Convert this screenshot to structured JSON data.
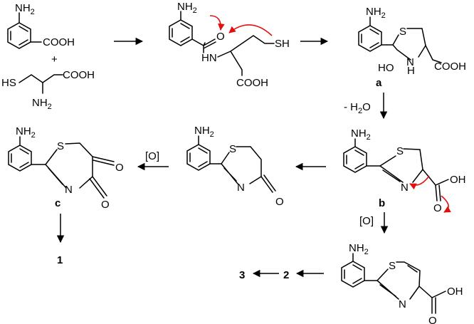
{
  "scheme": {
    "plus_sign": "+",
    "atoms": {
      "NH": "NH",
      "NH2_n": "2",
      "COOH": "COOH",
      "SH": "SH",
      "HS": "HS",
      "HN": "HN",
      "O": "O",
      "S": "S",
      "N": "N",
      "H": "H",
      "HO": "HO",
      "OH": "OH"
    },
    "labels": {
      "a": "a",
      "b": "b",
      "c": "c",
      "p1": "1",
      "p2": "2",
      "p3": "3"
    },
    "conditions": {
      "dehydration_prefix": "- H",
      "dehydration_sub": "2",
      "dehydration_suffix": "O",
      "oxidation_1": "[O]",
      "oxidation_2": "[O]"
    },
    "colors": {
      "bond": "#000000",
      "mechanism_arrow": "#e01010"
    }
  }
}
